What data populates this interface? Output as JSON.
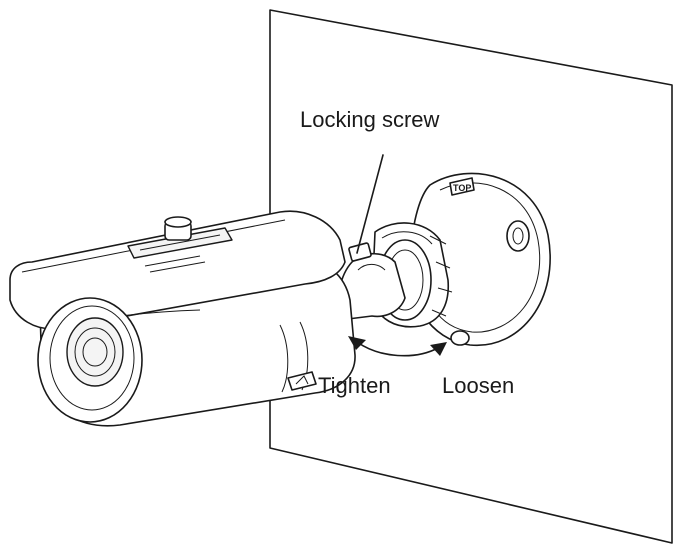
{
  "labels": {
    "locking_screw": "Locking screw",
    "tighten": "Tighten",
    "loosen": "Loosen",
    "top_mark": "TOP"
  },
  "colors": {
    "line": "#1a1a1a",
    "background": "#ffffff"
  }
}
